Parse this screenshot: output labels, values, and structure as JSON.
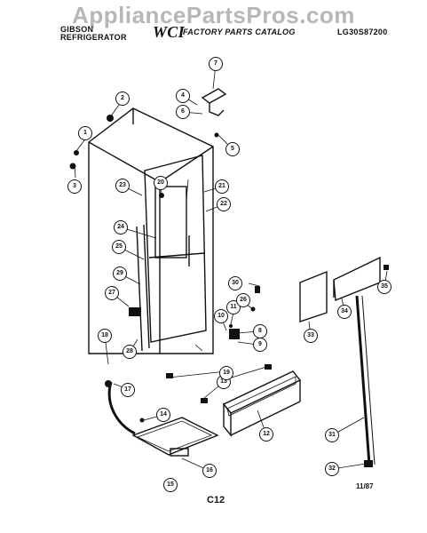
{
  "watermark": "AppliancePartsPros.com",
  "header": {
    "brand_line1": "GIBSON",
    "brand_line2": "REFRIGERATOR",
    "logo_text": "WCI",
    "catalog_title": "FACTORY PARTS CATALOG",
    "model": "LG30S87200"
  },
  "callouts": [
    "1",
    "2",
    "3",
    "4",
    "5",
    "6",
    "7",
    "8",
    "9",
    "10",
    "11",
    "12",
    "13",
    "14",
    "15",
    "16",
    "17",
    "18",
    "19",
    "20",
    "21",
    "22",
    "23",
    "24",
    "25",
    "26",
    "27",
    "28",
    "29",
    "30",
    "31",
    "32",
    "33",
    "34",
    "35"
  ],
  "footer": {
    "page_code": "C12",
    "date": "11/87"
  }
}
